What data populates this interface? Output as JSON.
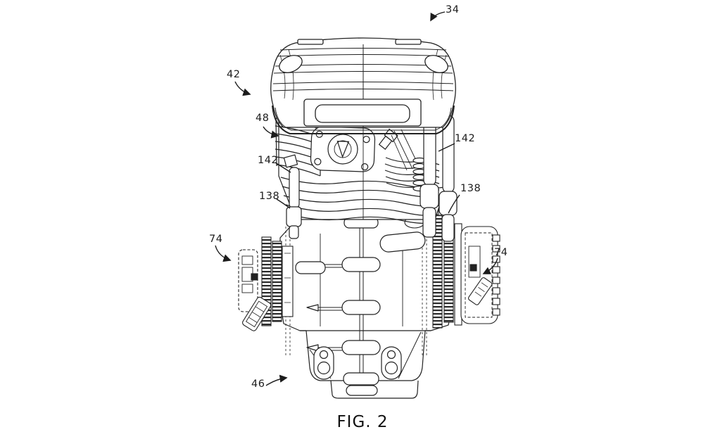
{
  "figure": {
    "caption": "FIG. 2",
    "type": "patent-line-drawing",
    "subject": "single-cylinder engine front elevation",
    "colors": {
      "ink": "#222222",
      "background": "#ffffff"
    },
    "labels": [
      {
        "ref": "34"
      },
      {
        "ref": "42"
      },
      {
        "ref": "48"
      },
      {
        "ref": "142"
      },
      {
        "ref": "138"
      },
      {
        "ref": "74"
      },
      {
        "ref": "142"
      },
      {
        "ref": "138"
      },
      {
        "ref": "74"
      },
      {
        "ref": "46"
      }
    ]
  }
}
